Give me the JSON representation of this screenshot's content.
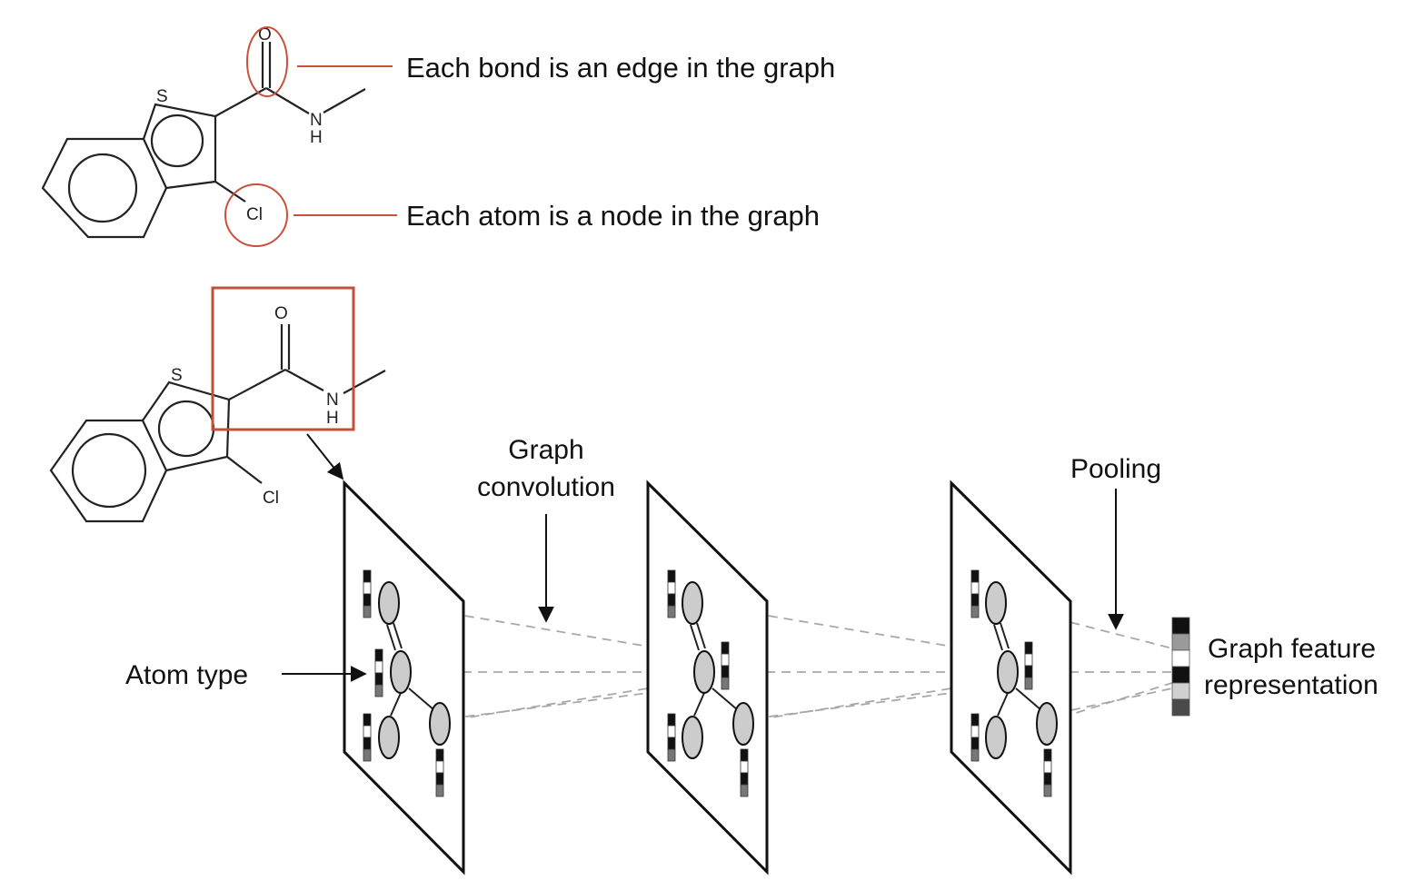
{
  "molecule": {
    "atoms": {
      "oxygen": "O",
      "sulfur": "S",
      "nitrogen": "N",
      "hydrogen": "H",
      "chlorine": "Cl"
    }
  },
  "annotations": {
    "bond": "Each bond is an edge in the graph",
    "atom": "Each atom is a node in the graph"
  },
  "labels": {
    "graph_convolution_1": "Graph",
    "graph_convolution_2": "convolution",
    "pooling": "Pooling",
    "atom_type": "Atom type",
    "graph_feature_1": "Graph feature",
    "graph_feature_2": "representation"
  },
  "colors": {
    "highlight": "#c8503c",
    "node_fill": "#cccccc",
    "dashed": "#a8a8a8",
    "ink": "#111111"
  },
  "feature_vector": [
    "#111111",
    "#9a9a9a",
    "#ffffff",
    "#111111",
    "#d0d0d0",
    "#4a4a4a"
  ]
}
